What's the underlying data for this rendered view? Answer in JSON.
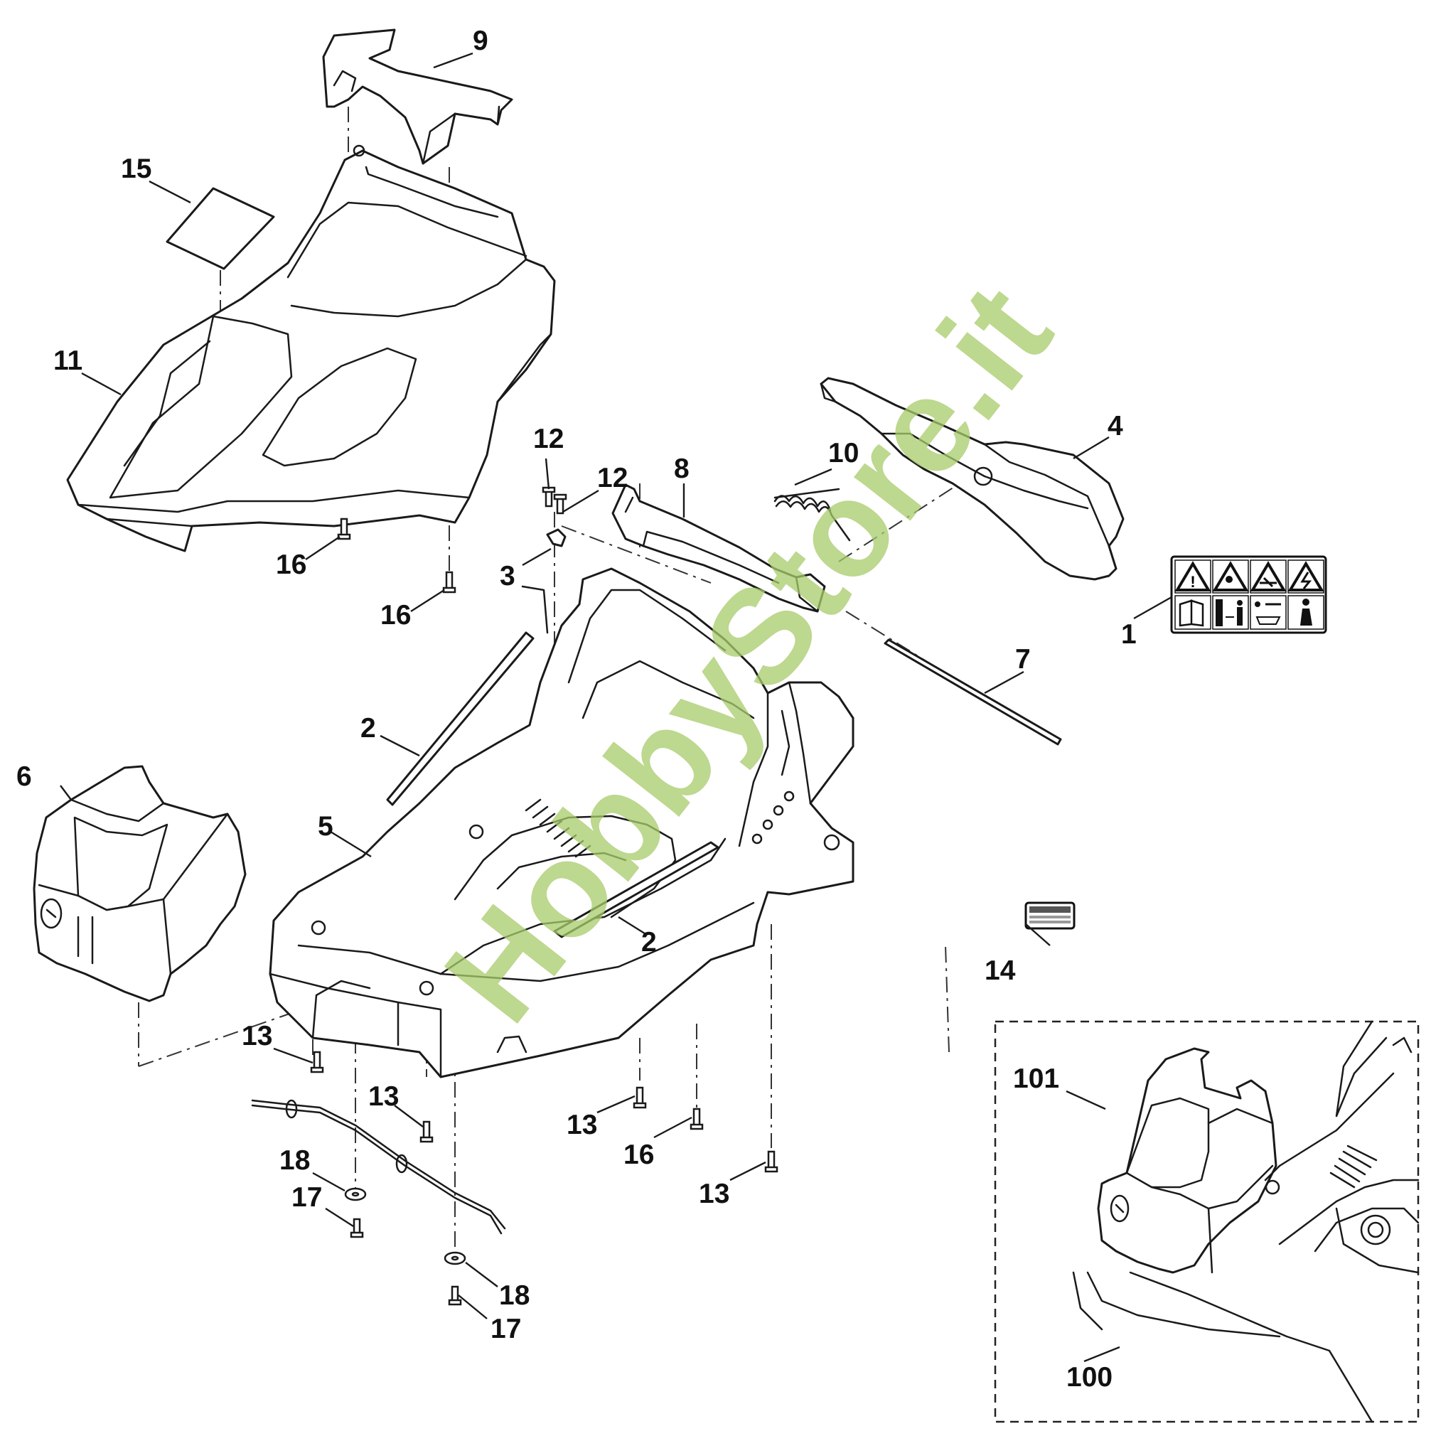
{
  "watermark": "HobbyStore.it",
  "callouts": {
    "c1": "1",
    "c2a": "2",
    "c2b": "2",
    "c3": "3",
    "c4": "4",
    "c5": "5",
    "c6": "6",
    "c7": "7",
    "c8": "8",
    "c9": "9",
    "c10": "10",
    "c11": "11",
    "c12a": "12",
    "c12b": "12",
    "c13a": "13",
    "c13b": "13",
    "c13c": "13",
    "c13d": "13",
    "c14": "14",
    "c15": "15",
    "c16a": "16",
    "c16b": "16",
    "c16c": "16",
    "c17a": "17",
    "c17b": "17",
    "c18a": "18",
    "c18b": "18",
    "c100": "100",
    "c101": "101"
  },
  "warning_decal": {
    "icons": [
      "warning-triangle-icon",
      "thrown-objects-icon",
      "blade-hazard-icon",
      "electric-shock-icon",
      "manual-book-icon",
      "keep-distance-icon",
      "disconnect-plug-icon",
      "wet-conditions-icon"
    ]
  }
}
